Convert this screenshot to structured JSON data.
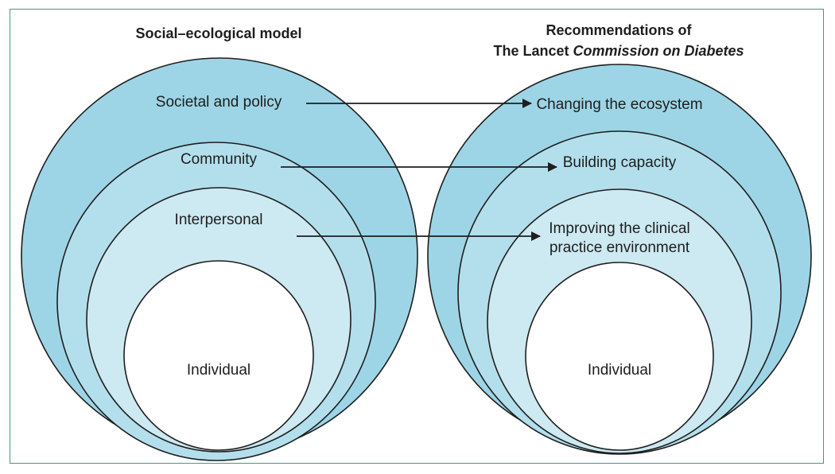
{
  "left_model": {
    "heading": "Social–ecological model",
    "layers": [
      "Societal and policy",
      "Community",
      "Interpersonal",
      "Individual"
    ]
  },
  "right_model": {
    "heading_line1": "Recommendations of",
    "heading_line2_prefix": "The Lancet ",
    "heading_line2_italic": "Commission on Diabetes",
    "layers": [
      "Changing the ecosystem",
      "Building capacity",
      "Improving the clinical",
      "practice environment",
      "Individual"
    ]
  },
  "colors": {
    "outer": "#9dd5e6",
    "second": "#b3dfed",
    "third": "#cde9f2",
    "core": "#ffffff",
    "stroke": "#1e1e1e",
    "frame": "#3f9a86"
  }
}
